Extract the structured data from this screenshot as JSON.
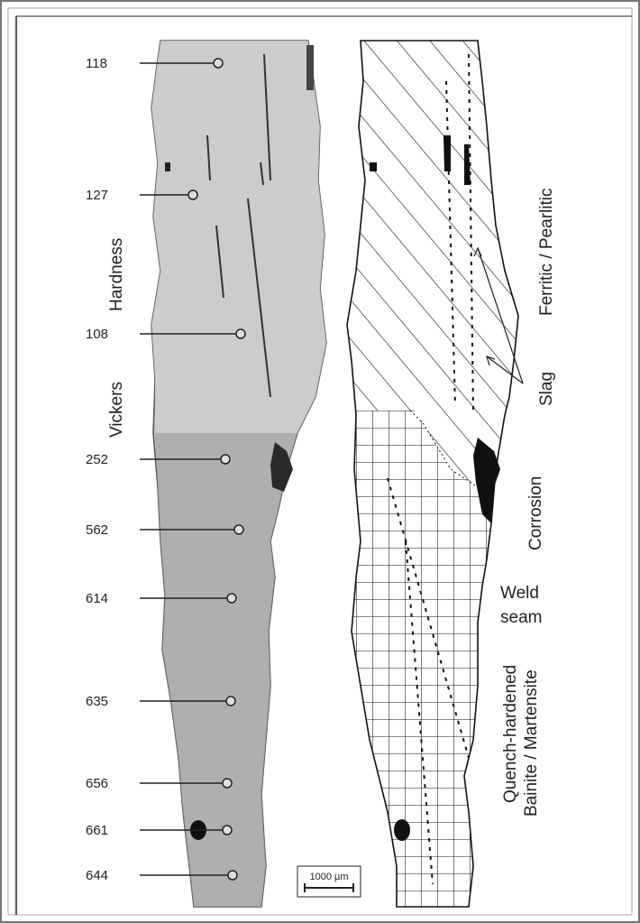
{
  "hardness_values": [
    {
      "value": "118"
    },
    {
      "value": "127"
    },
    {
      "value": "108"
    },
    {
      "value": "252"
    },
    {
      "value": "562"
    },
    {
      "value": "614"
    },
    {
      "value": "635"
    },
    {
      "value": "656"
    },
    {
      "value": "661"
    },
    {
      "value": "644"
    }
  ],
  "axis_label": {
    "line1": "Hardness",
    "line2": "Vickers"
  },
  "annotations": {
    "ferritic": "Ferritic / Pearlitic",
    "slag": "Slag",
    "corrosion": "Corrosion",
    "weld_line1": "Weld",
    "weld_line2": "seam",
    "quench_line1": "Quench-hardened",
    "quench_line2": "Bainite / Martensite"
  },
  "scale_bar": {
    "label": "1000 µm"
  }
}
